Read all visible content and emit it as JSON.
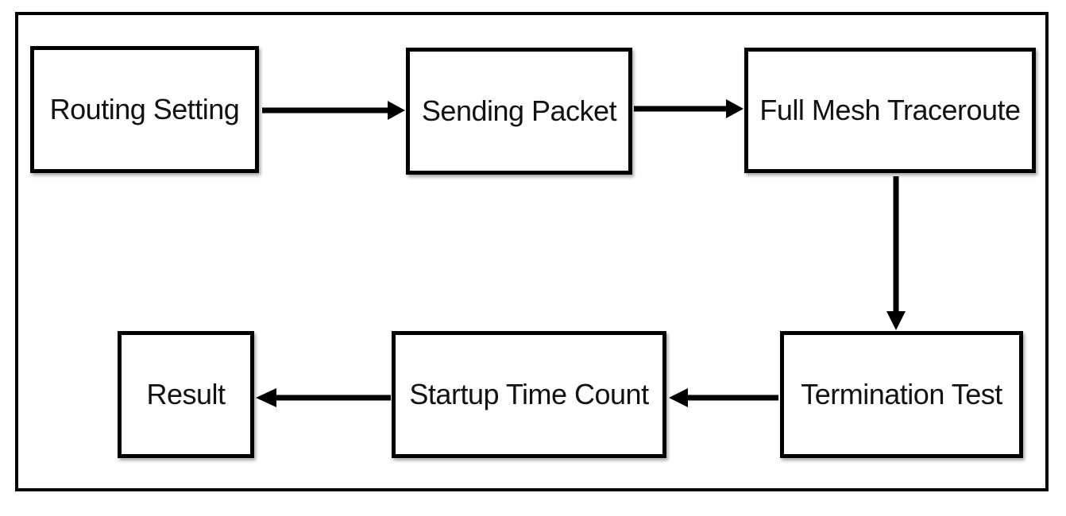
{
  "diagram": {
    "nodes": [
      {
        "id": "n1",
        "label": "Routing Setting"
      },
      {
        "id": "n2",
        "label": "Sending Packet"
      },
      {
        "id": "n3",
        "label": "Full Mesh Traceroute"
      },
      {
        "id": "n4",
        "label": "Termination Test"
      },
      {
        "id": "n5",
        "label": "Startup Time Count"
      },
      {
        "id": "n6",
        "label": "Result"
      }
    ],
    "edges": [
      {
        "from": "n1",
        "to": "n2"
      },
      {
        "from": "n2",
        "to": "n3"
      },
      {
        "from": "n3",
        "to": "n4"
      },
      {
        "from": "n4",
        "to": "n5"
      },
      {
        "from": "n5",
        "to": "n6"
      }
    ],
    "colors": {
      "stroke": "#000000",
      "background": "#ffffff",
      "text": "#111111"
    }
  }
}
